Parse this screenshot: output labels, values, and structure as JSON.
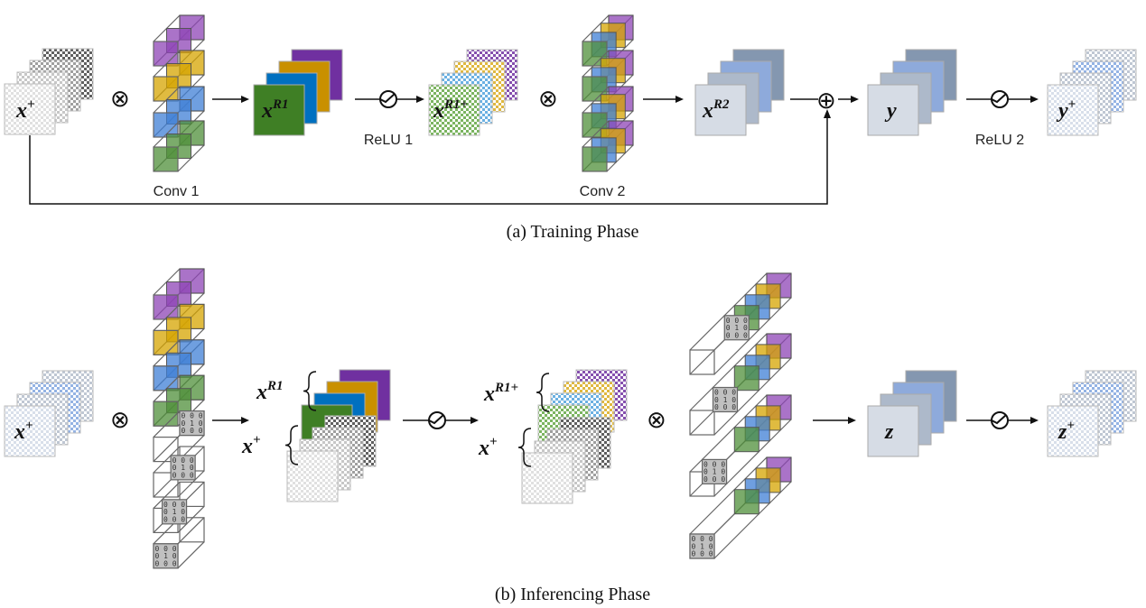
{
  "training": {
    "caption": "(a)  Training Phase",
    "conv1_label": "Conv 1",
    "conv2_label": "Conv 2",
    "relu1_label": "ReLU 1",
    "relu2_label": "ReLU 2",
    "input": {
      "base": "x",
      "sup": "+"
    },
    "xr1": {
      "base": "x",
      "sup": "R1"
    },
    "xr1plus": {
      "base": "x",
      "sup": "R1+"
    },
    "xr2": {
      "base": "x",
      "sup": "R2"
    },
    "y": {
      "base": "y",
      "sup": ""
    },
    "yplus": {
      "base": "y",
      "sup": "+"
    },
    "conv_symbol": "⊗",
    "add_symbol": "⊕"
  },
  "inferencing": {
    "caption": "(b)  Inferencing Phase",
    "input": {
      "base": "x",
      "sup": "+"
    },
    "xr1": {
      "base": "x",
      "sup": "R1"
    },
    "xplus_a": {
      "base": "x",
      "sup": "+"
    },
    "xr1plus": {
      "base": "x",
      "sup": "R1+"
    },
    "xplus_b": {
      "base": "x",
      "sup": "+"
    },
    "z": {
      "base": "z",
      "sup": ""
    },
    "zplus": {
      "base": "z",
      "sup": "+"
    },
    "conv_symbol": "⊗",
    "identity_kernel": [
      "0 0 0",
      "0 1 0",
      "0 0 0"
    ]
  },
  "colors": {
    "purple": "#7030a0",
    "yellow": "#c99000",
    "blue": "#0070c0",
    "green": "#3f7f25",
    "k_purple": "#8e44b5",
    "k_yellow": "#d6a400",
    "k_blue": "#3f7fd6",
    "k_green": "#4f8f3a",
    "slate1": "#d6dce5",
    "slate2": "#adb9ca",
    "slate3": "#8eaadb",
    "slate4": "#8497b0",
    "identity_gray": "#c0c0c0"
  }
}
